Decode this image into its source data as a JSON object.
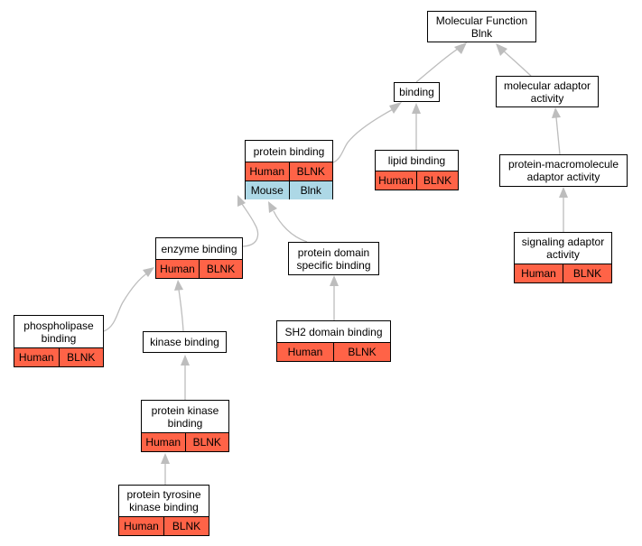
{
  "colors": {
    "human": "#ff6347",
    "mouse": "#add8e6",
    "edge": "#bdbdbd"
  },
  "nodes": {
    "molecular_function": {
      "label": "Molecular Function\nBlnk",
      "rows": []
    },
    "binding": {
      "label": "binding",
      "rows": []
    },
    "molecular_adaptor_activity": {
      "label": "molecular adaptor\nactivity",
      "rows": []
    },
    "protein_binding": {
      "label": "protein binding",
      "rows": [
        {
          "species": "Human",
          "gene": "BLNK"
        },
        {
          "species": "Mouse",
          "gene": "Blnk"
        }
      ]
    },
    "lipid_binding": {
      "label": "lipid binding",
      "rows": [
        {
          "species": "Human",
          "gene": "BLNK"
        }
      ]
    },
    "protein_macromolecule_adaptor_activity": {
      "label": "protein-macromolecule\nadaptor activity",
      "rows": []
    },
    "enzyme_binding": {
      "label": "enzyme binding",
      "rows": [
        {
          "species": "Human",
          "gene": "BLNK"
        }
      ]
    },
    "protein_domain_specific_binding": {
      "label": "protein domain\nspecific binding",
      "rows": []
    },
    "signaling_adaptor_activity": {
      "label": "signaling adaptor\nactivity",
      "rows": [
        {
          "species": "Human",
          "gene": "BLNK"
        }
      ]
    },
    "phospholipase_binding": {
      "label": "phospholipase\nbinding",
      "rows": [
        {
          "species": "Human",
          "gene": "BLNK"
        }
      ]
    },
    "kinase_binding": {
      "label": "kinase binding",
      "rows": []
    },
    "sh2_domain_binding": {
      "label": "SH2 domain binding",
      "rows": [
        {
          "species": "Human",
          "gene": "BLNK"
        }
      ]
    },
    "protein_kinase_binding": {
      "label": "protein kinase\nbinding",
      "rows": [
        {
          "species": "Human",
          "gene": "BLNK"
        }
      ]
    },
    "protein_tyrosine_kinase_binding": {
      "label": "protein tyrosine\nkinase binding",
      "rows": [
        {
          "species": "Human",
          "gene": "BLNK"
        }
      ]
    }
  },
  "edges": [
    {
      "from": "binding",
      "to": "molecular_function"
    },
    {
      "from": "molecular_adaptor_activity",
      "to": "molecular_function"
    },
    {
      "from": "protein_binding",
      "to": "binding"
    },
    {
      "from": "lipid_binding",
      "to": "binding"
    },
    {
      "from": "protein_macromolecule_adaptor_activity",
      "to": "molecular_adaptor_activity"
    },
    {
      "from": "signaling_adaptor_activity",
      "to": "protein_macromolecule_adaptor_activity"
    },
    {
      "from": "enzyme_binding",
      "to": "protein_binding"
    },
    {
      "from": "protein_domain_specific_binding",
      "to": "protein_binding"
    },
    {
      "from": "sh2_domain_binding",
      "to": "protein_domain_specific_binding"
    },
    {
      "from": "phospholipase_binding",
      "to": "enzyme_binding"
    },
    {
      "from": "kinase_binding",
      "to": "enzyme_binding"
    },
    {
      "from": "protein_kinase_binding",
      "to": "kinase_binding"
    },
    {
      "from": "protein_tyrosine_kinase_binding",
      "to": "protein_kinase_binding"
    }
  ]
}
